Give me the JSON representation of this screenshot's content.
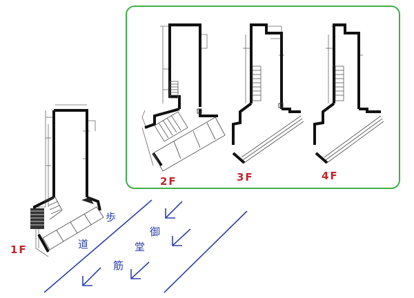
{
  "floors": {
    "f1": "1F",
    "f2": "2F",
    "f3": "3F",
    "f4": "4F"
  },
  "street": {
    "walkway_chars": [
      "歩",
      "道"
    ],
    "road_chars": [
      "御",
      "堂",
      "筋"
    ]
  },
  "colors": {
    "upper_floors_frame": "#3fae49",
    "floor_label": "#c0262d",
    "street": "#2b3fa8",
    "wall": "#111111",
    "plan_line": "#555555"
  }
}
